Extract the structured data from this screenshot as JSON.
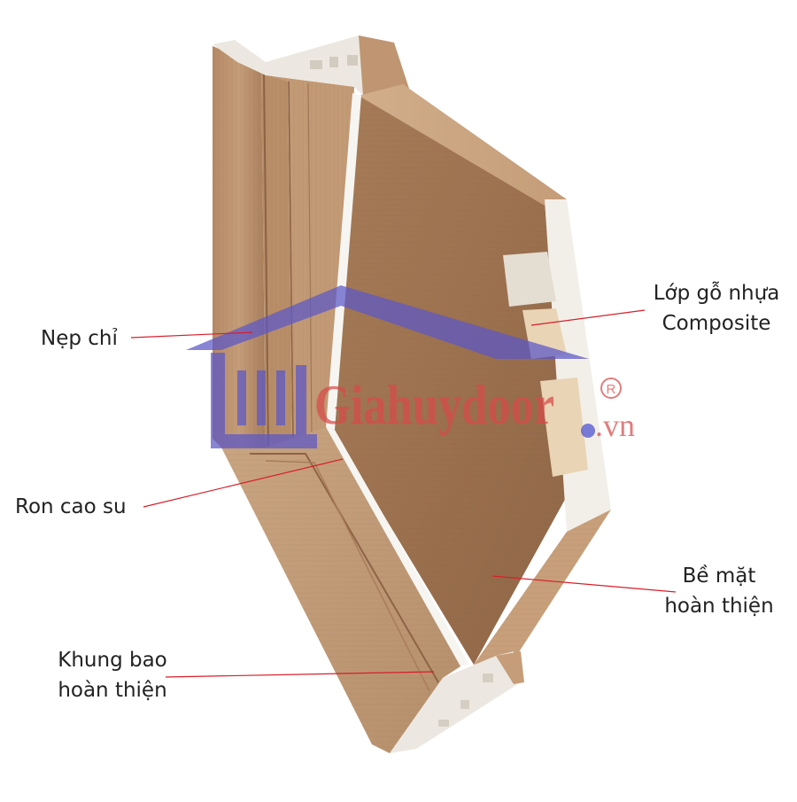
{
  "labels": {
    "nep_chi": "Nẹp chỉ",
    "ron_cao_su": "Ron cao su",
    "khung_bao": [
      "Khung bao",
      "hoàn thiện"
    ],
    "lop_go_nhua": [
      "Lớp gỗ nhựa",
      "Composite"
    ],
    "be_mat": [
      "Bề mặt",
      "hoàn thiện"
    ]
  },
  "watermark": {
    "brand": "Giahuydoor",
    "domain": ".vn",
    "registered": "R"
  },
  "colors": {
    "wood_light": "#c9a07c",
    "wood_mid": "#b58a66",
    "wood_dark": "#9a7250",
    "composite_core": "#f3f0ea",
    "leader_line": "#d81f2a",
    "watermark_roof": "#5b57c9",
    "watermark_text": "#d94a4a"
  }
}
